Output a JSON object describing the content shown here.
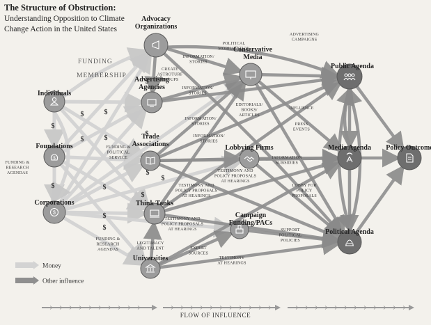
{
  "title": "The Structure of Obstruction:",
  "subtitle_line1": "Understanding Opposition to Climate",
  "subtitle_line2": "Change Action in the United States",
  "footer": "FLOW OF INFLUENCE",
  "legend": {
    "money": "Money",
    "other": "Other influence"
  },
  "colors": {
    "money": "#d3d3d3",
    "other": "#8f8f8f",
    "node": "#6e6e6e",
    "node_light": "#9c9c9c",
    "background": "#f3f1ec"
  },
  "nodes": [
    {
      "id": "advocacy",
      "line1": "Advocacy",
      "line2": "Organizations",
      "icon": "megaphone-icon"
    },
    {
      "id": "individuals",
      "line1": "Individuals",
      "line2": "",
      "icon": "person-icon"
    },
    {
      "id": "foundations",
      "line1": "Foundations",
      "line2": "",
      "icon": "money-bag-icon"
    },
    {
      "id": "corporations",
      "line1": "Corporations",
      "line2": "",
      "icon": "coin-icon"
    },
    {
      "id": "advertising",
      "line1": "Advertising",
      "line2": "Agencies",
      "icon": "tv-icon"
    },
    {
      "id": "trade",
      "line1": "Trade",
      "line2": "Associations",
      "icon": "book-icon"
    },
    {
      "id": "thinktanks",
      "line1": "Think Tanks",
      "line2": "",
      "icon": "computer-icon"
    },
    {
      "id": "universities",
      "line1": "Universities",
      "line2": "",
      "icon": "building-icon"
    },
    {
      "id": "conservative",
      "line1": "Conservative",
      "line2": "Media",
      "icon": "monitor-icon"
    },
    {
      "id": "lobbying",
      "line1": "Lobbying Firms",
      "line2": "",
      "icon": "handshake-icon"
    },
    {
      "id": "campaign",
      "line1": "Campaign",
      "line2": "Funding/PACs",
      "icon": "ballot-box-icon"
    },
    {
      "id": "public",
      "line1": "Public Agenda",
      "line2": "",
      "icon": "people-icon"
    },
    {
      "id": "media",
      "line1": "Media Agenda",
      "line2": "",
      "icon": "antenna-icon"
    },
    {
      "id": "political",
      "line1": "Political Agenda",
      "line2": "",
      "icon": "capitol-icon"
    },
    {
      "id": "policy",
      "line1": "Policy Outcome",
      "line2": "",
      "icon": "document-icon"
    }
  ],
  "edge_labels": [
    {
      "id": "funding",
      "lines": [
        "FUNDING"
      ]
    },
    {
      "id": "membership",
      "lines": [
        "MEMBERSHIP"
      ]
    },
    {
      "id": "political-mobilization",
      "lines": [
        "POLITICAL",
        "MOBILIZATION"
      ]
    },
    {
      "id": "advertising-campaigns",
      "lines": [
        "ADVERTISING",
        "CAMPAIGNS"
      ]
    },
    {
      "id": "info-stories-1",
      "lines": [
        "INFORMATION/",
        "STORIES"
      ]
    },
    {
      "id": "create-astroturf",
      "lines": [
        "CREATE",
        "ASTROTURF",
        "GROUPS"
      ]
    },
    {
      "id": "info-stories-2",
      "lines": [
        "INFORMATION/",
        "STORIES"
      ]
    },
    {
      "id": "influence",
      "lines": [
        "INFLUENCE"
      ]
    },
    {
      "id": "press-events",
      "lines": [
        "PRESS",
        "EVENTS"
      ]
    },
    {
      "id": "editorials",
      "lines": [
        "EDITORIALS/",
        "BOOKS/",
        "ARTICLES"
      ]
    },
    {
      "id": "info-stories-3",
      "lines": [
        "INFORMATION/",
        "STORIES"
      ]
    },
    {
      "id": "info-stories-4",
      "lines": [
        "INFORMATION/",
        "STORIES"
      ]
    },
    {
      "id": "funding-political",
      "lines": [
        "FUNDING &",
        "POLITICAL",
        "SERVICE"
      ]
    },
    {
      "id": "funding-research-1",
      "lines": [
        "FUNDING &",
        "RESEARCH",
        "AGENDAS"
      ]
    },
    {
      "id": "testimony-1",
      "lines": [
        "TESTIMONY AND",
        "POLICY PROPOSALS",
        "AT HEARINGS"
      ]
    },
    {
      "id": "testimony-2",
      "lines": [
        "TESTIMONY AND",
        "POLICY PROPOSALS",
        "AT HEARINGS"
      ]
    },
    {
      "id": "info-subsidies",
      "lines": [
        "INFORMATION",
        "SUBSIDIES"
      ]
    },
    {
      "id": "lobby-policy",
      "lines": [
        "LOBBY FOR",
        "POLICY",
        "PROPOSALS"
      ]
    },
    {
      "id": "testimony-3",
      "lines": [
        "TESTIMONY AND",
        "POLICY PROPOSALS",
        "AT HEARINGS"
      ]
    },
    {
      "id": "funding-research-2",
      "lines": [
        "FUNDING &",
        "RESEARCH",
        "AGENDAS"
      ]
    },
    {
      "id": "legitimacy",
      "lines": [
        "LEGITIMACY",
        "AND TALENT"
      ]
    },
    {
      "id": "support-policies",
      "lines": [
        "SUPPORT",
        "POLITICAL",
        "POLICIES"
      ]
    },
    {
      "id": "expert-sources",
      "lines": [
        "EXPERT",
        "SOURCES"
      ]
    },
    {
      "id": "testimony-4",
      "lines": [
        "TESTIMONY",
        "AT HEARINGS"
      ]
    }
  ],
  "dollar_sign": "$"
}
